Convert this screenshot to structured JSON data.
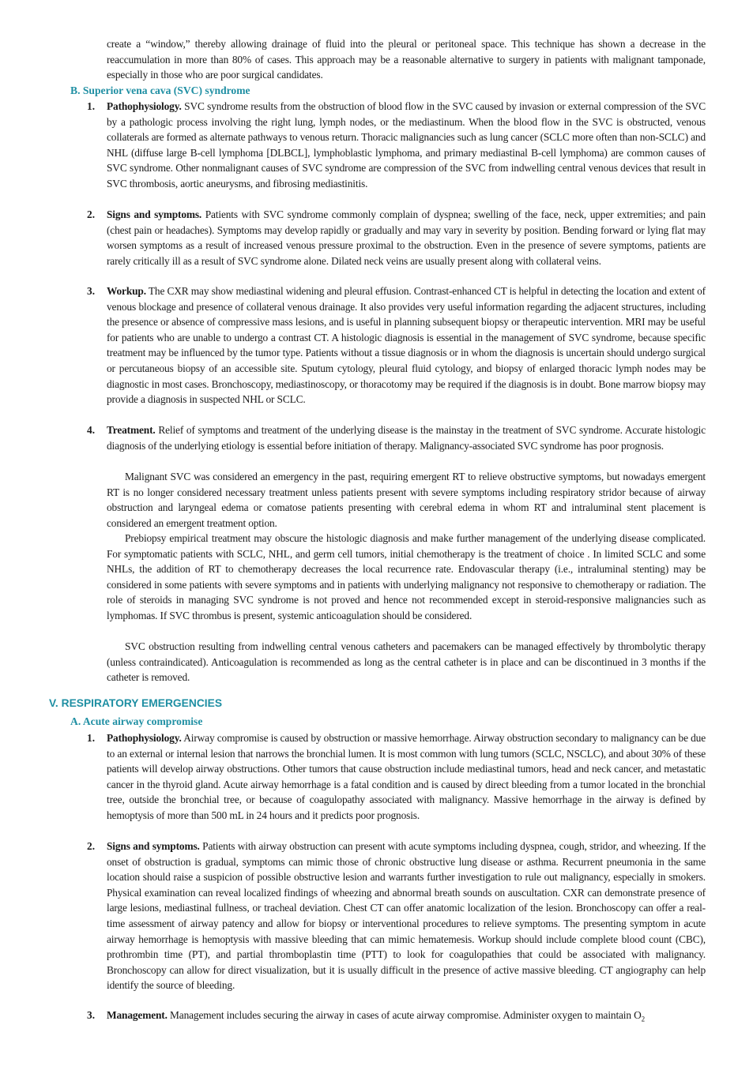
{
  "lead_paragraph": "create a “window,” thereby allowing drainage of fluid into the pleural or peritoneal space. This technique has shown a decrease in the reaccumulation in more than 80% of cases. This approach may be a reasonable alternative to surgery in patients with malignant tamponade, especially in those who are poor surgical candidates.",
  "svc": {
    "heading": "B.  Superior vena cava (SVC) syndrome",
    "items": [
      {
        "num": "1.",
        "label": "Pathophysiology.",
        "text": "SVC syndrome results from the obstruction of blood flow in the SVC caused by invasion or external compression of the SVC by a pathologic process involving the right lung, lymph nodes, or the mediastinum. When the blood flow in the SVC is obstructed, venous collaterals are formed as alternate pathways to venous return. Thoracic malignancies such as lung cancer (SCLC more often than non-SCLC) and NHL (diffuse large B-cell lymphoma [DLBCL], lymphoblastic lymphoma, and primary mediastinal B-cell lymphoma) are common causes of SVC syndrome. Other nonmalignant causes of SVC syndrome are compression of the SVC from indwelling central venous devices that result in SVC thrombosis, aortic aneurysms, and fibrosing mediastinitis."
      },
      {
        "num": "2.",
        "label": "Signs and symptoms.",
        "text": "Patients with SVC syndrome commonly complain of dyspnea; swelling of the face, neck, upper extremities; and pain (chest pain or headaches). Symptoms may develop rapidly or gradually and may vary in severity by position. Bending forward or lying flat may worsen symptoms as a result of increased venous pressure proximal to the obstruction. Even in the presence of severe symptoms, patients are rarely critically ill as a result of SVC syndrome alone. Dilated neck veins are usually present along with collateral veins."
      },
      {
        "num": "3.",
        "label": "Workup.",
        "text": "The CXR may show mediastinal widening and pleural effusion. Contrast-enhanced CT is helpful in detecting the location and extent of venous blockage and presence of collateral venous drainage. It also provides very useful information regarding the adjacent structures, including the presence or absence of compressive mass lesions, and is useful in planning subsequent biopsy or therapeutic intervention. MRI may be useful for patients who are unable to undergo a contrast CT. A histologic diagnosis is essential in the management of SVC syndrome, because specific treatment may be influenced by the tumor type. Patients without a tissue diagnosis or in whom the diagnosis is uncertain should undergo surgical or percutaneous biopsy of an accessible site. Sputum cytology, pleural fluid cytology, and biopsy of enlarged thoracic lymph nodes may be diagnostic in most cases. Bronchoscopy, mediastinoscopy, or thoracotomy may be required if the diagnosis is in doubt. Bone marrow biopsy may provide a diagnosis in suspected NHL or SCLC."
      },
      {
        "num": "4.",
        "label": "Treatment.",
        "text": "Relief of symptoms and treatment of the underlying disease is the mainstay in the treatment of SVC syndrome. Accurate histologic diagnosis of the underlying etiology is essential before initiation of therapy. Malignancy-associated SVC syndrome has poor prognosis.",
        "para2": "Malignant SVC was considered an emergency in the past, requiring emergent RT to relieve obstructive symptoms, but nowadays emergent RT is no longer considered necessary treatment unless patients present with severe symptoms including respiratory stridor because of airway obstruction and laryngeal edema or comatose patients presenting with cerebral edema in whom RT and intraluminal stent placement is considered an emergent treatment option.",
        "para3": "Prebiopsy empirical treatment may obscure the histologic diagnosis and make further management of the underlying disease complicated. For symptomatic patients with SCLC, NHL, and germ cell tumors, initial chemotherapy is the treatment of choice . In limited SCLC and some NHLs, the addition of RT to chemotherapy decreases the local recurrence rate. Endovascular therapy (i.e., intraluminal stenting) may be considered in some patients with severe symptoms and in patients with underlying malignancy not responsive to chemotherapy or radiation. The role of steroids in managing SVC syndrome is not proved and hence not recommended except in steroid-responsive malignancies such as lymphomas. If SVC thrombus is present, systemic anticoagulation should be considered.",
        "para4": "SVC obstruction resulting from indwelling central venous catheters and pacemakers can be managed effectively by thrombolytic therapy (unless contraindicated). Anticoagulation is recommended as long as the central catheter is in place and can be discontinued in 3 months if the catheter is removed."
      }
    ]
  },
  "respiratory": {
    "heading": "V.   RESPIRATORY EMERGENCIES",
    "sub_heading": "A.  Acute airway compromise",
    "items": [
      {
        "num": "1.",
        "label": "Pathophysiology.",
        "text": "Airway compromise is caused by obstruction or massive hemorrhage. Airway obstruction secondary to malignancy can be due to an external or internal lesion that narrows the bronchial lumen. It is most common with lung tumors (SCLC, NSCLC), and about 30% of these patients will develop airway obstructions. Other tumors that cause obstruction include mediastinal tumors, head and neck cancer, and metastatic cancer in the thyroid gland. Acute airway hemorrhage is a fatal condition and is caused by direct bleeding from a tumor located in the bronchial tree, outside the bronchial tree, or because of coagulopathy associated with malignancy. Massive hemorrhage in the airway is defined by hemoptysis of more than 500 mL in 24 hours and it predicts poor prognosis."
      },
      {
        "num": "2.",
        "label": "Signs and symptoms.",
        "text": "Patients with airway obstruction can present with acute symptoms including dyspnea, cough, stridor, and wheezing. If the onset of obstruction is gradual, symptoms can mimic those of chronic obstructive lung disease or asthma. Recurrent pneumonia in the same location should raise a suspicion of possible obstructive lesion and warrants further investigation to rule out malignancy, especially in smokers. Physical examination can reveal localized findings of wheezing and abnormal breath sounds on auscultation. CXR can demonstrate presence of large lesions, mediastinal fullness, or tracheal deviation. Chest CT can offer anatomic localization of the lesion. Bronchoscopy can offer a real-time assessment of airway patency and allow for biopsy or interventional procedures to relieve symptoms. The presenting symptom in acute airway hemorrhage is hemoptysis with massive bleeding that can mimic hematemesis. Workup should include complete blood count (CBC), prothrombin time (PT), and partial thromboplastin time (PTT) to look for coagulopathies that could be associated with malignancy. Bronchoscopy can allow for direct visualization, but it is usually difficult in the presence of active massive bleeding. CT angiography can help identify the source of bleeding."
      },
      {
        "num": "3.",
        "label": "Management.",
        "text": "Management includes securing the airway in cases of acute airway compromise. Administer oxygen to maintain O",
        "text_sub": "2"
      }
    ]
  }
}
